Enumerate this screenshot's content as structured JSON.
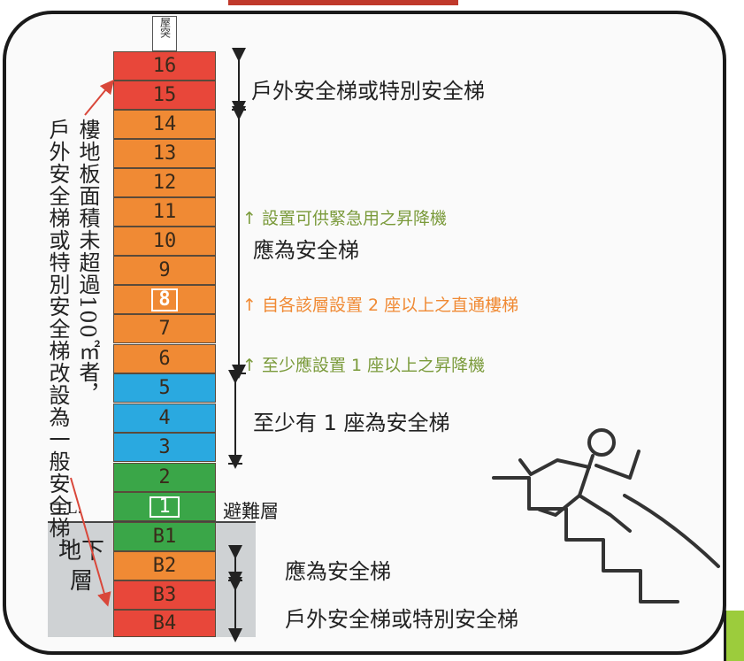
{
  "roof_label": "屋突",
  "floors": [
    {
      "label": "16",
      "color": "#e8473a"
    },
    {
      "label": "15",
      "color": "#e8473a"
    },
    {
      "label": "14",
      "color": "#f08a34"
    },
    {
      "label": "13",
      "color": "#f08a34"
    },
    {
      "label": "12",
      "color": "#f08a34"
    },
    {
      "label": "11",
      "color": "#f08a34"
    },
    {
      "label": "10",
      "color": "#f08a34"
    },
    {
      "label": "9",
      "color": "#f08a34"
    },
    {
      "label": "8",
      "color": "#f08a34"
    },
    {
      "label": "7",
      "color": "#f08a34"
    },
    {
      "label": "6",
      "color": "#f08a34"
    },
    {
      "label": "5",
      "color": "#2aa9e0"
    },
    {
      "label": "4",
      "color": "#2aa9e0"
    },
    {
      "label": "3",
      "color": "#2aa9e0"
    },
    {
      "label": "2",
      "color": "#3aa648"
    },
    {
      "label": "1",
      "color": "#3aa648"
    },
    {
      "label": "B1",
      "color": "#3aa648"
    },
    {
      "label": "B2",
      "color": "#f08a34"
    },
    {
      "label": "B3",
      "color": "#e8473a"
    },
    {
      "label": "B4",
      "color": "#e8473a"
    }
  ],
  "left_note_col1": "樓地板面積未超過100㎡者，",
  "left_note_col2": "戶外安全梯或特別安全梯改設為一般安全梯。",
  "gl_label": "G.L.",
  "basement_label": "地下層",
  "refuge_label": "避難層",
  "right_labels": {
    "f15_16": "戶外安全梯或特別安全梯",
    "f6_14": "應為安全梯",
    "f3_5": "至少有 1 座為安全梯",
    "b2": "應為安全梯",
    "b3_b4": "戶外安全梯或特別安全梯"
  },
  "notes": {
    "elevator_11": "↑ 設置可供緊急用之昇降機",
    "stairs_8": "↑ 自各該層設置 2 座以上之直通樓梯",
    "elevator_6": "↑ 至少應設置 1 座以上之昇降機"
  },
  "colors": {
    "red": "#e8473a",
    "orange": "#f08a34",
    "blue": "#2aa9e0",
    "green": "#3aa648",
    "note_green": "#7a9a3a",
    "note_orange": "#f08a34"
  }
}
